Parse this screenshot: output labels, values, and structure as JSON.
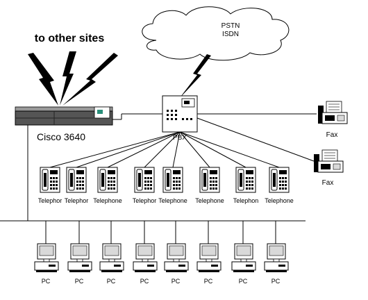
{
  "labels": {
    "other_sites": "to other sites",
    "pstn": "PSTN",
    "isdn": "ISDN",
    "router": "Cisco 3640",
    "pbx": "PBX",
    "fax_1": "Fax",
    "fax_2": "Fax"
  },
  "telephones": [
    "Telephor",
    "Telephor",
    "Telephone",
    "Telephor",
    "Telephone",
    "Telephone",
    "Telephon",
    "Telephone"
  ],
  "pcs": [
    "PC",
    "PC",
    "PC",
    "PC",
    "PC",
    "PC",
    "PC",
    "PC"
  ],
  "colors": {
    "line": "#000000",
    "router_body": "#555555",
    "router_top": "#999999",
    "device_fill": "#ffffff",
    "screen_fill": "#d9d9d9",
    "accent": "#2a8f7a"
  }
}
